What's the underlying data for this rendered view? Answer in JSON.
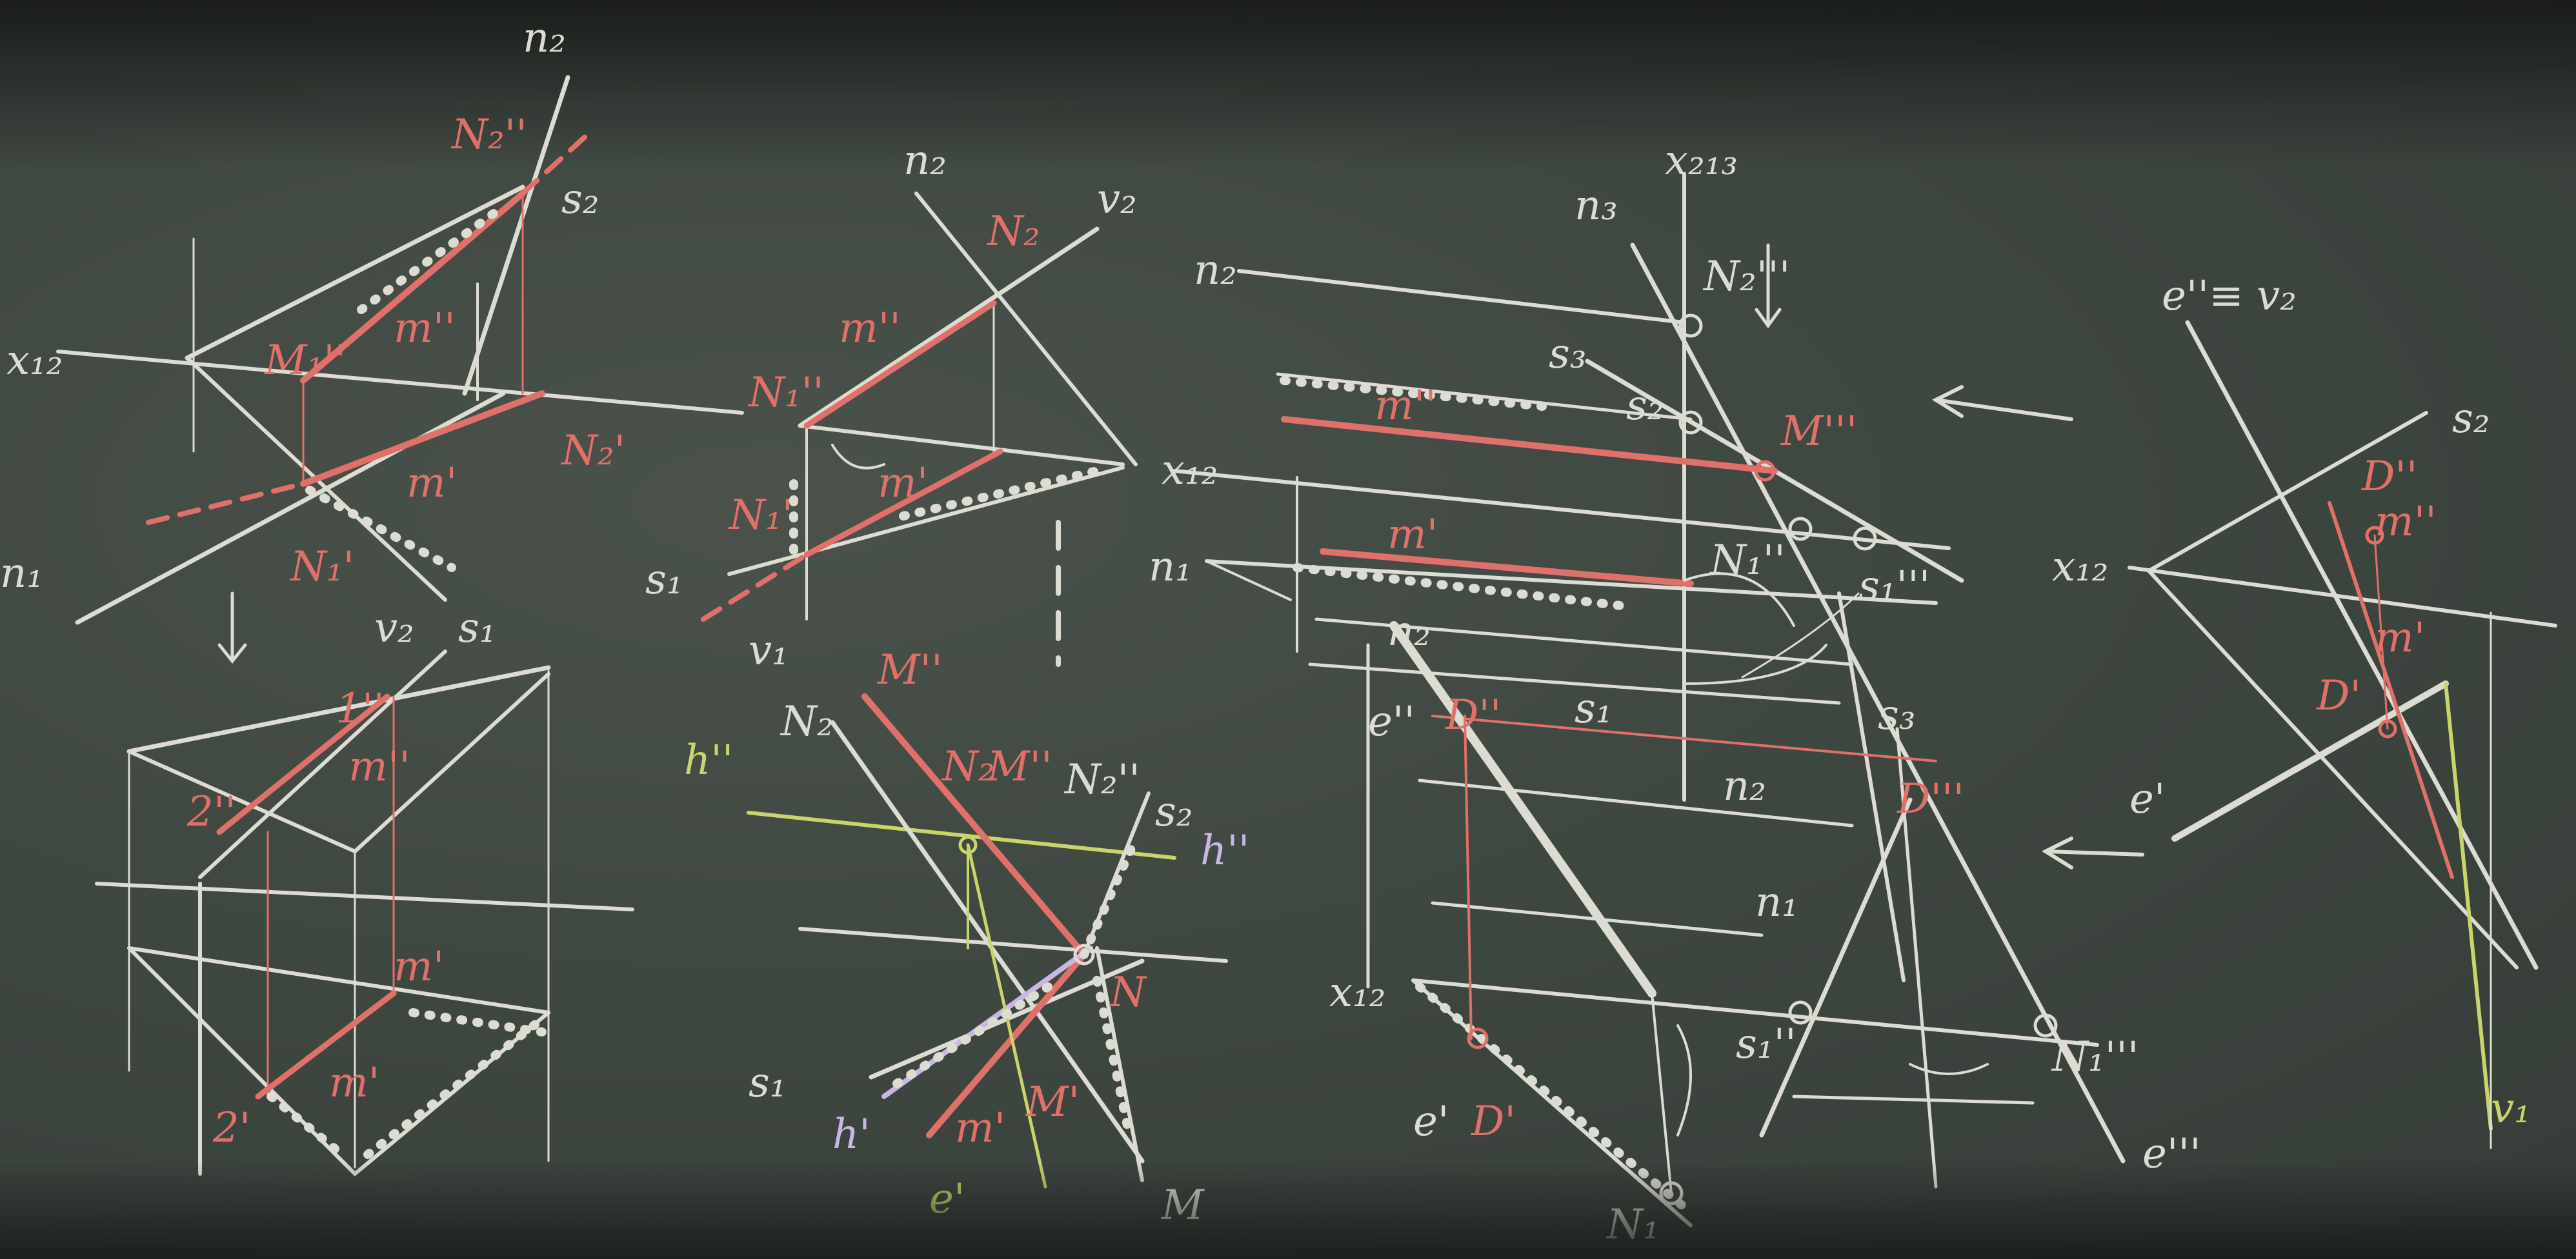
{
  "scene": "chalkboard",
  "colors": {
    "board": "#3c433e",
    "chalk_white": "#dcdcd2",
    "chalk_red": "#e0706a",
    "chalk_yellow": "#c9d46a",
    "chalk_violet": "#c9b6e4"
  },
  "labels": {
    "n2_a": "n₂",
    "N2pp_a": "N₂''",
    "s2_a": "s₂",
    "x12_a": "x₁₂",
    "m2_a": "m''",
    "M1_a": "M₁''",
    "N2p_a": "N₂'",
    "m1_a": "m'",
    "N1p_a": "N₁'",
    "n1_a": "n₁",
    "v2_a": "v₂",
    "s1_a": "s₁",
    "one_pp": "1''",
    "m2_b": "m''",
    "two_pp": "2''",
    "m1_b": "m'",
    "two_p": "2'",
    "m1_c": "m'",
    "n2_b": "n₂",
    "N2_b": "N₂",
    "v2_b": "v₂",
    "m2_c": "m''",
    "N1pp_b": "N₁''",
    "m1_d": "m'",
    "N1p_b": "N₁'",
    "s1_b": "s₁",
    "v1_b": "v₁",
    "h2_c": "h''",
    "M2_c": "M''",
    "N2_c": "N₂",
    "Mpp_c": "M''",
    "N2pp_c": "N₂''",
    "s2_c": "s₂",
    "h2r_c": "h''",
    "N_c": "N",
    "s1_c": "s₁",
    "h1_c": "h'",
    "m1_c2": "m'",
    "M1_c": "M'",
    "e1_c": "e'",
    "Mp_c": "M",
    "x213": "x₂₁₃",
    "n3": "n₃",
    "N2ppp": "N₂'''",
    "n2_d": "n₂",
    "s3": "s₃",
    "s2_d": "s₂",
    "m2_d": "m''",
    "Mppp": "M'''",
    "x12_d": "x₁₂",
    "m1_e": "m'",
    "n1_d": "n₁",
    "N1ppp": "N₁''",
    "s1ppp": "s₁'''",
    "n2_e": "n₂",
    "e2_d": "e''",
    "D2_d": "D''",
    "s1_d": "s₁",
    "Dppp": "D'''",
    "s3_b": "s₃",
    "n2_f": "n₂",
    "n1_e": "n₁",
    "x12_e": "x₁₂",
    "e1_d": "e'",
    "D1_d": "D'",
    "N1_e": "N₁",
    "s1pp": "s₁''",
    "N1ppp_b": "N₁'''",
    "e3": "e'''",
    "e2v2": "e''≡ v₂",
    "s2_f": "s₂",
    "x12_f": "x₁₂",
    "D2_f": "D''",
    "m2_f": "m''",
    "m1_f": "m'",
    "D1_f": "D'",
    "e1_f": "e'",
    "v1_f": "v₁"
  }
}
